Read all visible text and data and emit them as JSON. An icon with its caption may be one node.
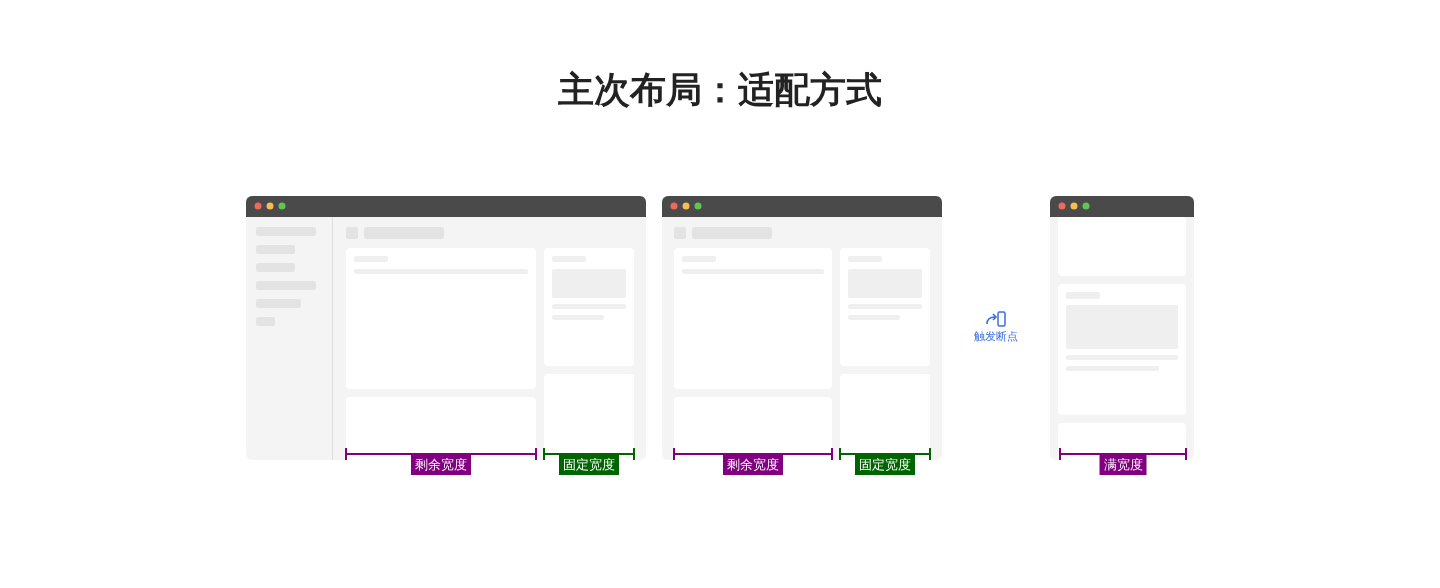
{
  "diagram": {
    "title": "主次布局：适配方式",
    "labels": [
      "剩余宽度",
      "固定宽度",
      "剩余宽度",
      "固定宽度",
      "触发断点",
      "满宽度"
    ]
  }
}
